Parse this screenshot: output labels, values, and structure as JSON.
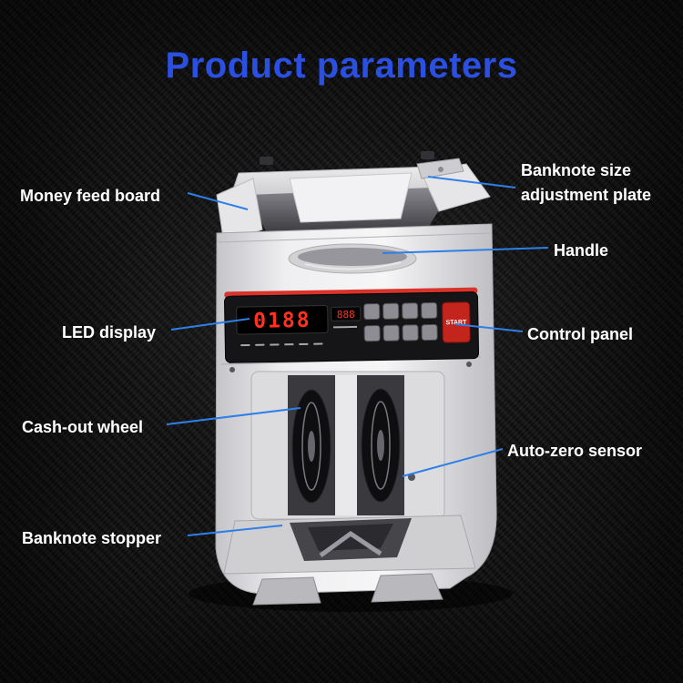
{
  "title": "Product parameters",
  "colors": {
    "title_blue": "#2b4fe0",
    "leader_line_blue": "#2e7fe8",
    "label_text": "#ffffff",
    "background": "#121212",
    "panel_red_stripe": "#d8342b",
    "start_button_red": "#c3241c",
    "led_red": "#ff3222"
  },
  "labels": [
    {
      "id": "money-feed-board",
      "text": "Money feed board"
    },
    {
      "id": "banknote-size-adjustment-plate",
      "text": "Banknote size adjustment plate"
    },
    {
      "id": "handle",
      "text": "Handle"
    },
    {
      "id": "led-display",
      "text": "LED display"
    },
    {
      "id": "control-panel",
      "text": "Control panel"
    },
    {
      "id": "cash-out-wheel",
      "text": "Cash-out wheel"
    },
    {
      "id": "auto-zero-sensor",
      "text": "Auto-zero sensor"
    },
    {
      "id": "banknote-stopper",
      "text": "Banknote stopper"
    }
  ],
  "machine": {
    "led_main": "0188",
    "led_sub": "888",
    "start_label": "START"
  }
}
